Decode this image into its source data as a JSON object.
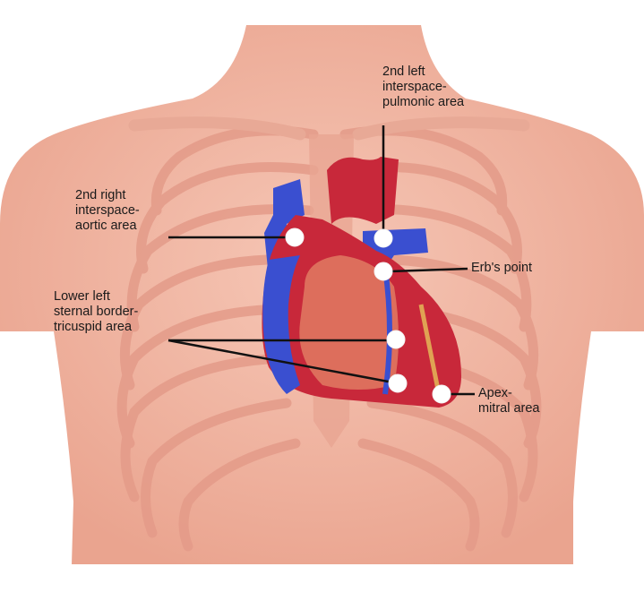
{
  "colors": {
    "skin": "#f2b7a3",
    "rib": "#e6a190",
    "artery": "#c8283a",
    "vein": "#3a4fd0",
    "marker": "#ffffff",
    "leader": "#111111"
  },
  "labels": {
    "pulmonic": [
      "2nd left",
      "interspace-",
      "pulmonic area"
    ],
    "aortic": [
      "2nd right",
      "interspace-",
      "aortic area"
    ],
    "erbs": [
      "Erb's point"
    ],
    "tricuspid": [
      "Lower left",
      "sternal border-",
      "tricuspid area"
    ],
    "mitral": [
      "Apex-",
      "mitral area"
    ]
  },
  "markers": [
    "aortic-area",
    "pulmonic-area",
    "erbs-point",
    "tricuspid-area-upper",
    "tricuspid-area-lower",
    "mitral-area"
  ]
}
